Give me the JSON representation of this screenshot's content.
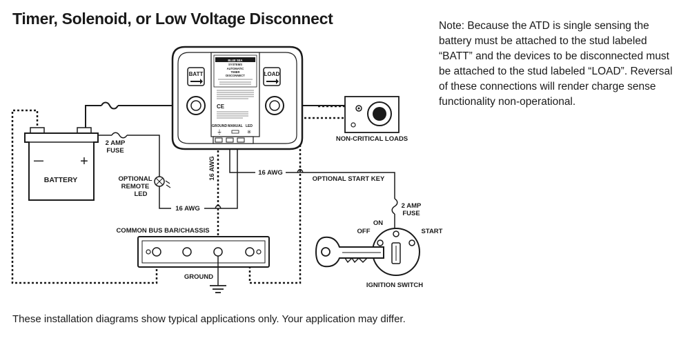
{
  "title": "Timer, Solenoid, or Low Voltage Disconnect",
  "note": "Note: Because the ATD is single sensing the battery must be attached to the stud labeled “BATT” and the devices to be disconnected must be attached to the stud labeled “LOAD”. Reversal of these connections will render charge sense functionality non-operational.",
  "footer": "These installation diagrams show typical applications only. Your application may differ.",
  "labels": {
    "batt_stud": "BATT",
    "load_stud": "LOAD",
    "battery": "BATTERY",
    "battery_plus": "+",
    "battery_minus": "—",
    "fuse_left_1": "2 AMP",
    "fuse_left_2": "FUSE",
    "remote_led_1": "OPTIONAL",
    "remote_led_2": "REMOTE",
    "remote_led_3": "LED",
    "awg_horizontal": "16 AWG",
    "awg_vertical": "16 AWG",
    "awg_upper": "16 AWG",
    "start_key": "OPTIONAL START KEY",
    "fuse_right_1": "2 AMP",
    "fuse_right_2": "FUSE",
    "on": "ON",
    "off": "OFF",
    "start": "START",
    "ignition": "IGNITION SWITCH",
    "loads": "NON-CRITICAL LOADS",
    "bus_bar": "COMMON BUS BAR/CHASSIS",
    "ground": "GROUND",
    "ce": "CE",
    "brand": "BLUE SEA",
    "brand_sub": "SYSTEMS",
    "label_heading_1": "AUTOMATIC",
    "label_heading_2": "TIMER",
    "label_heading_3": "DISCONNECT",
    "terminal_1": "GROUND",
    "terminal_2": "MANUAL",
    "terminal_3": "LED"
  }
}
